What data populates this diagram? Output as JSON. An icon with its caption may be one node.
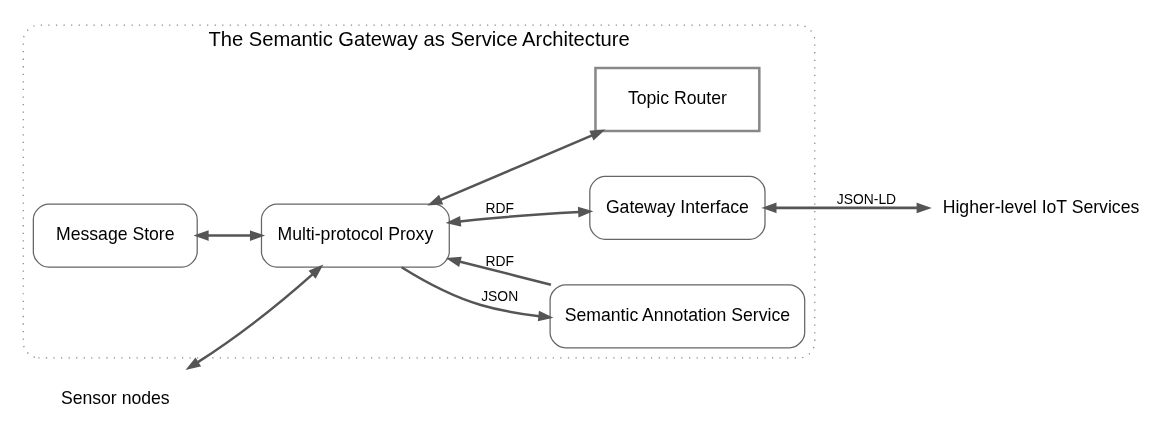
{
  "diagram": {
    "nodes": [
      {
        "text": [
          "The Semantic Gateway as Service Architecture"
        ]
      },
      {
        "text": [
          "Message Store"
        ],
        "in": 0
      },
      {
        "text": [
          "Semantic Annotation Service"
        ],
        "in": 0
      },
      {
        "text": [
          "Sensor nodes"
        ]
      },
      {
        "text": [
          "Multi-protocol Proxy"
        ],
        "in": 0
      },
      {
        "text": [
          "Gateway Interface"
        ],
        "in": 0
      },
      {
        "text": [
          "Higher-level IoT Services"
        ]
      },
      {
        "text": [
          "Topic Router"
        ],
        "in": 0
      }
    ],
    "edges": [
      {
        "from": 1,
        "to": 4,
        "arrow": "both"
      },
      {
        "from": 4,
        "to": 2,
        "arrow": "to",
        "label": "JSON"
      },
      {
        "from": 2,
        "to": 4,
        "arrow": "to",
        "label": "RDF"
      },
      {
        "from": 3,
        "to": 4,
        "arrow": "both"
      },
      {
        "from": 4,
        "to": 5,
        "arrow": "both",
        "label": "RDF"
      },
      {
        "from": 5,
        "to": 6,
        "arrow": "both",
        "label": "JSON-LD"
      },
      {
        "from": 4,
        "to": 7,
        "arrow": "both"
      }
    ]
  }
}
